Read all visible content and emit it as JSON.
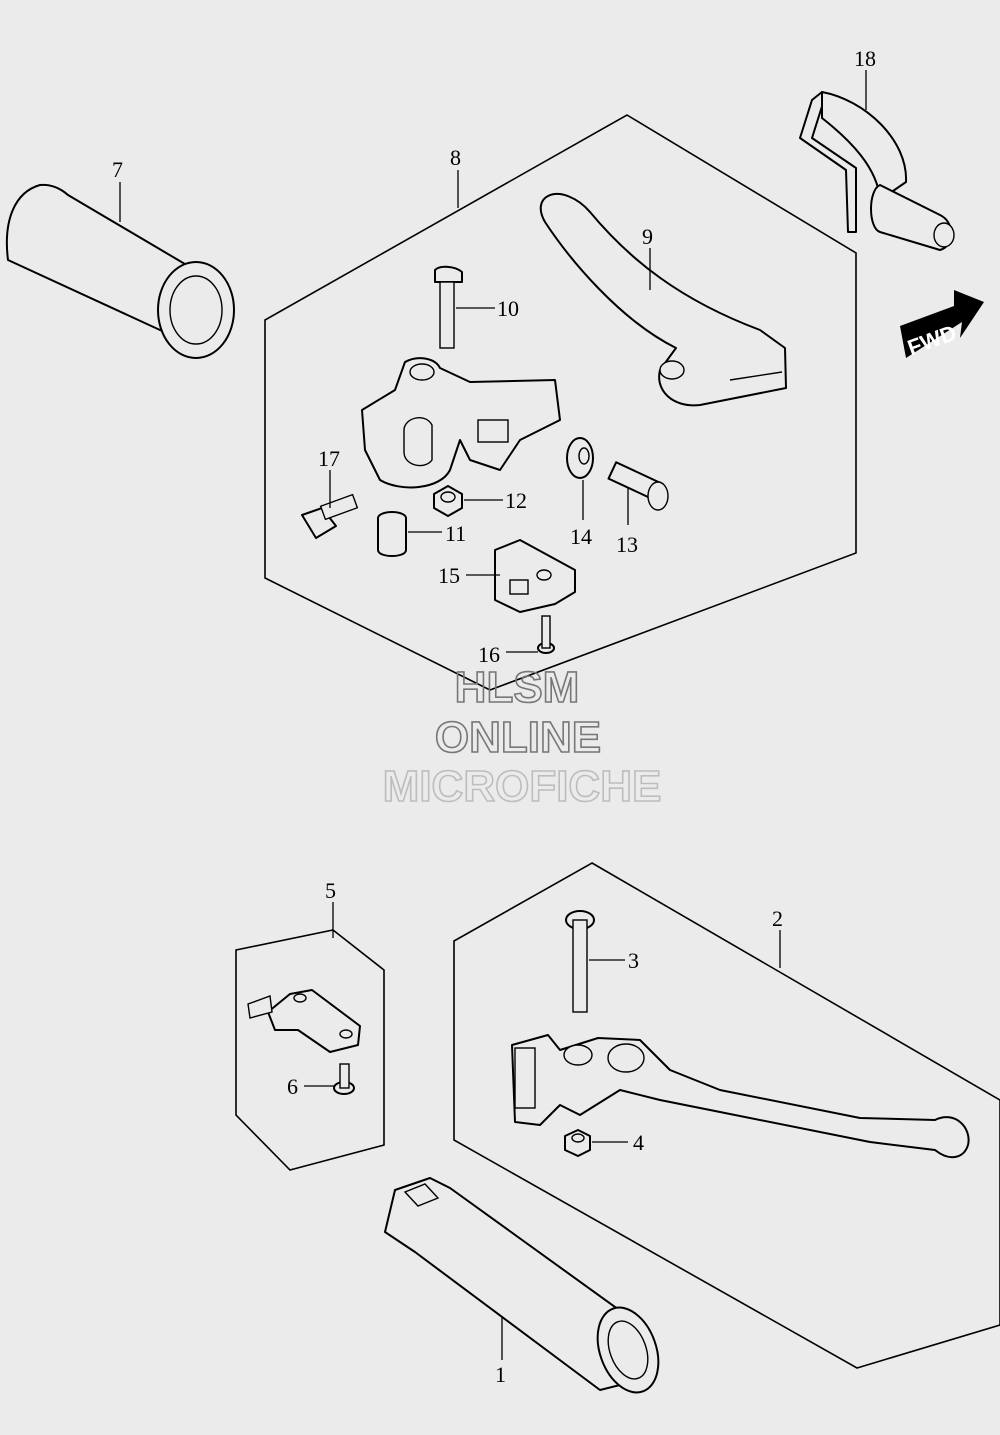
{
  "watermark": {
    "line1": "HLSM",
    "line2": "ONLINE",
    "line3": "MICROFICHE"
  },
  "direction_badge": {
    "label": "FWD"
  },
  "callouts": {
    "p1": "1",
    "p2": "2",
    "p3": "3",
    "p4": "4",
    "p5": "5",
    "p6": "6",
    "p7": "7",
    "p8": "8",
    "p9": "9",
    "p10": "10",
    "p11": "11",
    "p12": "12",
    "p13": "13",
    "p14": "14",
    "p15": "15",
    "p16": "16",
    "p17": "17",
    "p18": "18"
  },
  "icons": [
    "fwd-arrow-icon"
  ]
}
